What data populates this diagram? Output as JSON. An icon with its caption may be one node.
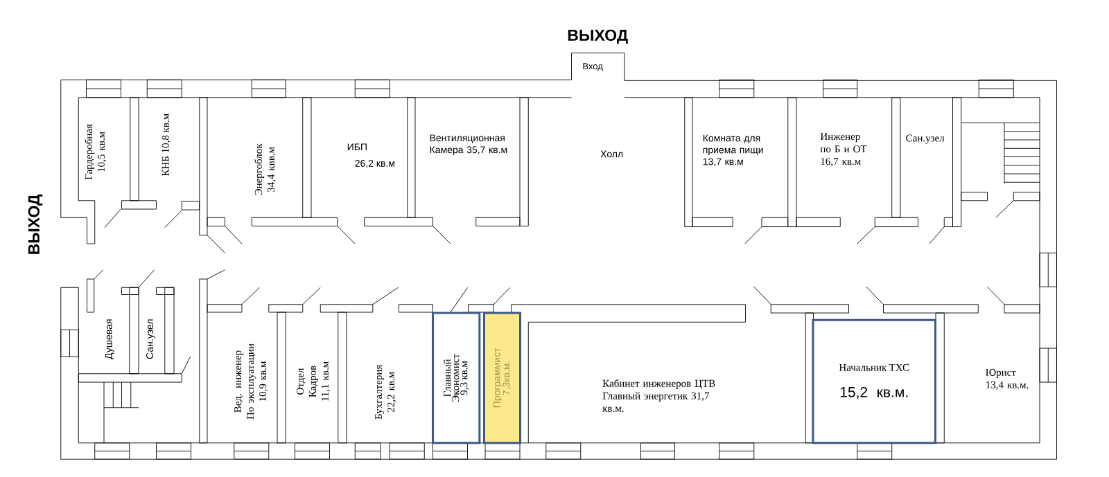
{
  "diagram": {
    "nodes": [
      {
        "text": [
          "Главный Экономист 9,3 кв.м"
        ]
      },
      {
        "text": [
          "Программист 7,3кв.м."
        ]
      },
      {
        "text": [
          "Начальник ТХС",
          "15,2 кв.м."
        ]
      }
    ],
    "labels": [
      "ВЫХОД",
      "Вход",
      "ВЫХОД",
      "Гардеробная 10,5 кв.м",
      "КНБ 10,8 кв.м",
      "Энергоблок 34,4 квв.м",
      "ИБП",
      "26,2 кв.м",
      "Вентиляционная Камера 35,7 кв.м",
      "Холл",
      "Комната для приема пищи 13,7 кв.м",
      "Инженер по Б и ОТ 16,7 кв.м",
      "Сан.узел",
      "Душевая",
      "Сан.узел",
      "Вед. инженер По эксплуатации 10,9 кв.м",
      "Отдел Кадров 11,1 кв.м",
      "Бухгалтерия 22,2 кв.м",
      "Кабинет инженеров ЦТВ Главный энергетик 31,7 кв.м.",
      "Юрист 13,4 кв.м."
    ]
  }
}
